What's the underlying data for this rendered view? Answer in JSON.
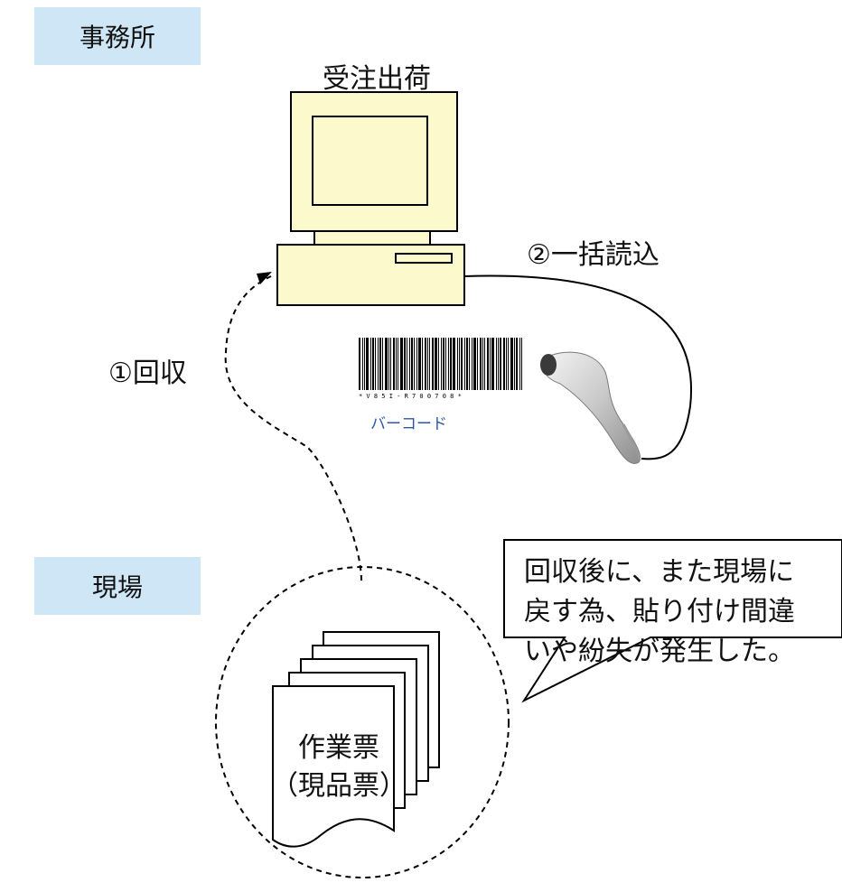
{
  "zones": {
    "office": "事務所",
    "field": "現場"
  },
  "computer": {
    "label": "受注出荷"
  },
  "steps": {
    "collect": "①回収",
    "bulk_read": "②一括読込"
  },
  "barcode": {
    "caption": "バーコード",
    "human_readable": "* V 8 5 I - R 7 0 0 7 0 8 *"
  },
  "ticket": {
    "line1": "作業票",
    "line2": "（現品票）"
  },
  "callout": {
    "lines": [
      "回収後に、また現場に",
      "戻す為、貼り付け間違",
      "いや紛失が発生した。"
    ]
  },
  "colors": {
    "zone_bg": "#cfe6f7",
    "computer_fill": "#fcf9cc",
    "caption_blue": "#2b55a8"
  }
}
